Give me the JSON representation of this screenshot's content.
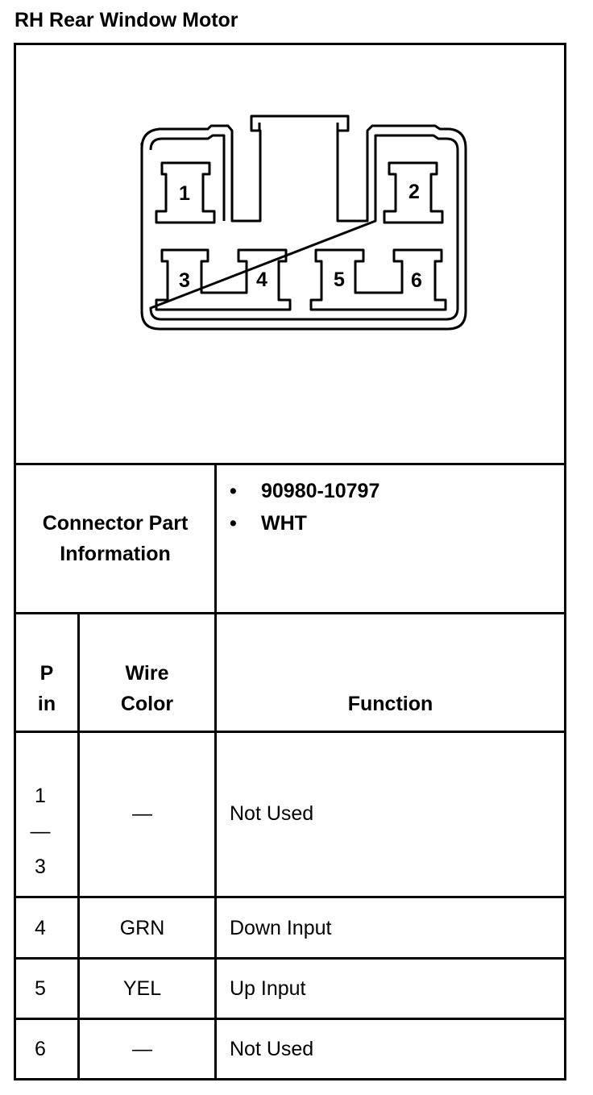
{
  "title": "RH Rear Window Motor",
  "connector": {
    "pins": [
      "1",
      "2",
      "3",
      "4",
      "5",
      "6"
    ]
  },
  "part_info": {
    "label_line1": "Connector Part",
    "label_line2": "Information",
    "bullet": "•",
    "items": [
      "90980-10797",
      "WHT"
    ]
  },
  "table": {
    "header": {
      "pin_line1": "P",
      "pin_line2": "in",
      "wire_line1": "Wire",
      "wire_line2": "Color",
      "function": "Function"
    },
    "rows": [
      {
        "pin_top": "1",
        "pin_dash": "—",
        "pin_bottom": "3",
        "wire": "—",
        "function": "Not Used"
      },
      {
        "pin": "4",
        "wire": "GRN",
        "function": "Down Input"
      },
      {
        "pin": "5",
        "wire": "YEL",
        "function": "Up Input"
      },
      {
        "pin": "6",
        "wire": "—",
        "function": "Not Used"
      }
    ]
  }
}
